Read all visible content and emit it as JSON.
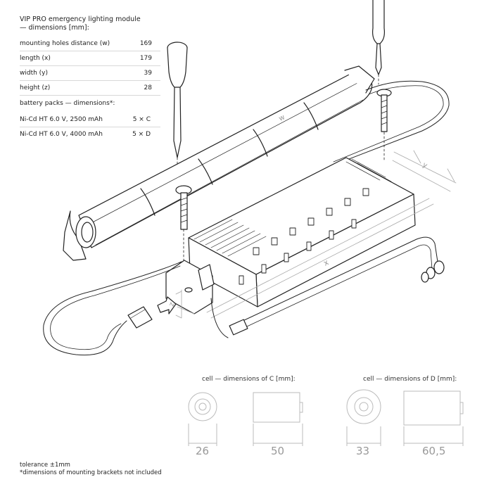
{
  "module": {
    "title_line1": "VIP PRO emergency lighting module",
    "title_line2": "— dimensions [mm]:",
    "rows": [
      {
        "label": "mounting holes distance (w)",
        "value": "169"
      },
      {
        "label": "length (x)",
        "value": "179"
      },
      {
        "label": "width (y)",
        "value": "39"
      },
      {
        "label": "height (z)",
        "value": "28"
      }
    ]
  },
  "battery": {
    "title": "battery packs — dimensions*:",
    "rows": [
      {
        "label": "Ni-Cd HT 6.0 V, 2500 mAh",
        "value": "5 × C"
      },
      {
        "label": "Ni-Cd HT 6.0 V, 4000 mAh",
        "value": "5 × D"
      }
    ]
  },
  "diagram_labels": {
    "w": "w",
    "x": "x",
    "y": "y",
    "z": "z"
  },
  "cells": {
    "c": {
      "caption": "cell — dimensions of C [mm]:",
      "diameter": "26",
      "length": "50"
    },
    "d": {
      "caption": "cell — dimensions of D [mm]:",
      "diameter": "33",
      "length": "60,5"
    }
  },
  "footer": {
    "tolerance": "tolerance ±1mm",
    "note": "*dimensions of mounting brackets not included"
  }
}
